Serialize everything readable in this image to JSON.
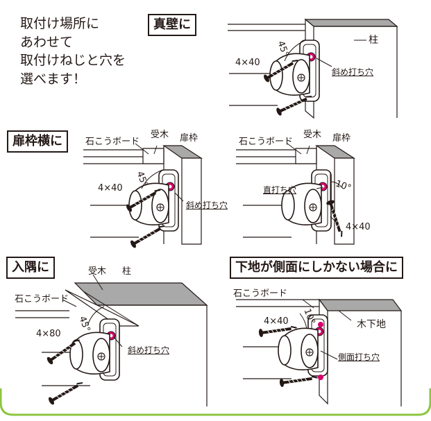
{
  "intro": [
    "取付け場所に",
    "あわせて",
    "取付けねじと穴を",
    "選べます！"
  ],
  "sections": {
    "shinkabe": {
      "title": "真壁に",
      "labels": {
        "pillar": "柱",
        "angle": "45°",
        "screw": "4×40",
        "hole": "斜め打ち穴"
      }
    },
    "tobiraWaku": {
      "title": "扉枠横に",
      "left": {
        "board": "石こうボード",
        "ukegi": "受木",
        "frame": "扉枠",
        "angle": "45°",
        "screw": "4×40",
        "hole": "斜め打ち穴"
      },
      "right": {
        "board": "石こうボード",
        "ukegi": "受木",
        "frame": "扉枠",
        "angle": "10°",
        "screw": "4×40",
        "hole": "直打ち穴"
      }
    },
    "irisumi": {
      "title": "入隅に",
      "labels": {
        "ukegi": "受木",
        "pillar": "柱",
        "board": "石こうボード",
        "angle": "45°",
        "screw": "4×80",
        "hole": "斜め打ち穴"
      }
    },
    "sokumen": {
      "title": "下地が側面にしかない場合に",
      "labels": {
        "board": "石こうボード",
        "angle": "10°",
        "screw": "4×40",
        "base": "木下地",
        "hole": "側面打ち穴"
      }
    }
  },
  "colors": {
    "border": "#8cc63f",
    "line": "#231815",
    "wood": "#a9a9a9",
    "pink": "#d9006c"
  }
}
